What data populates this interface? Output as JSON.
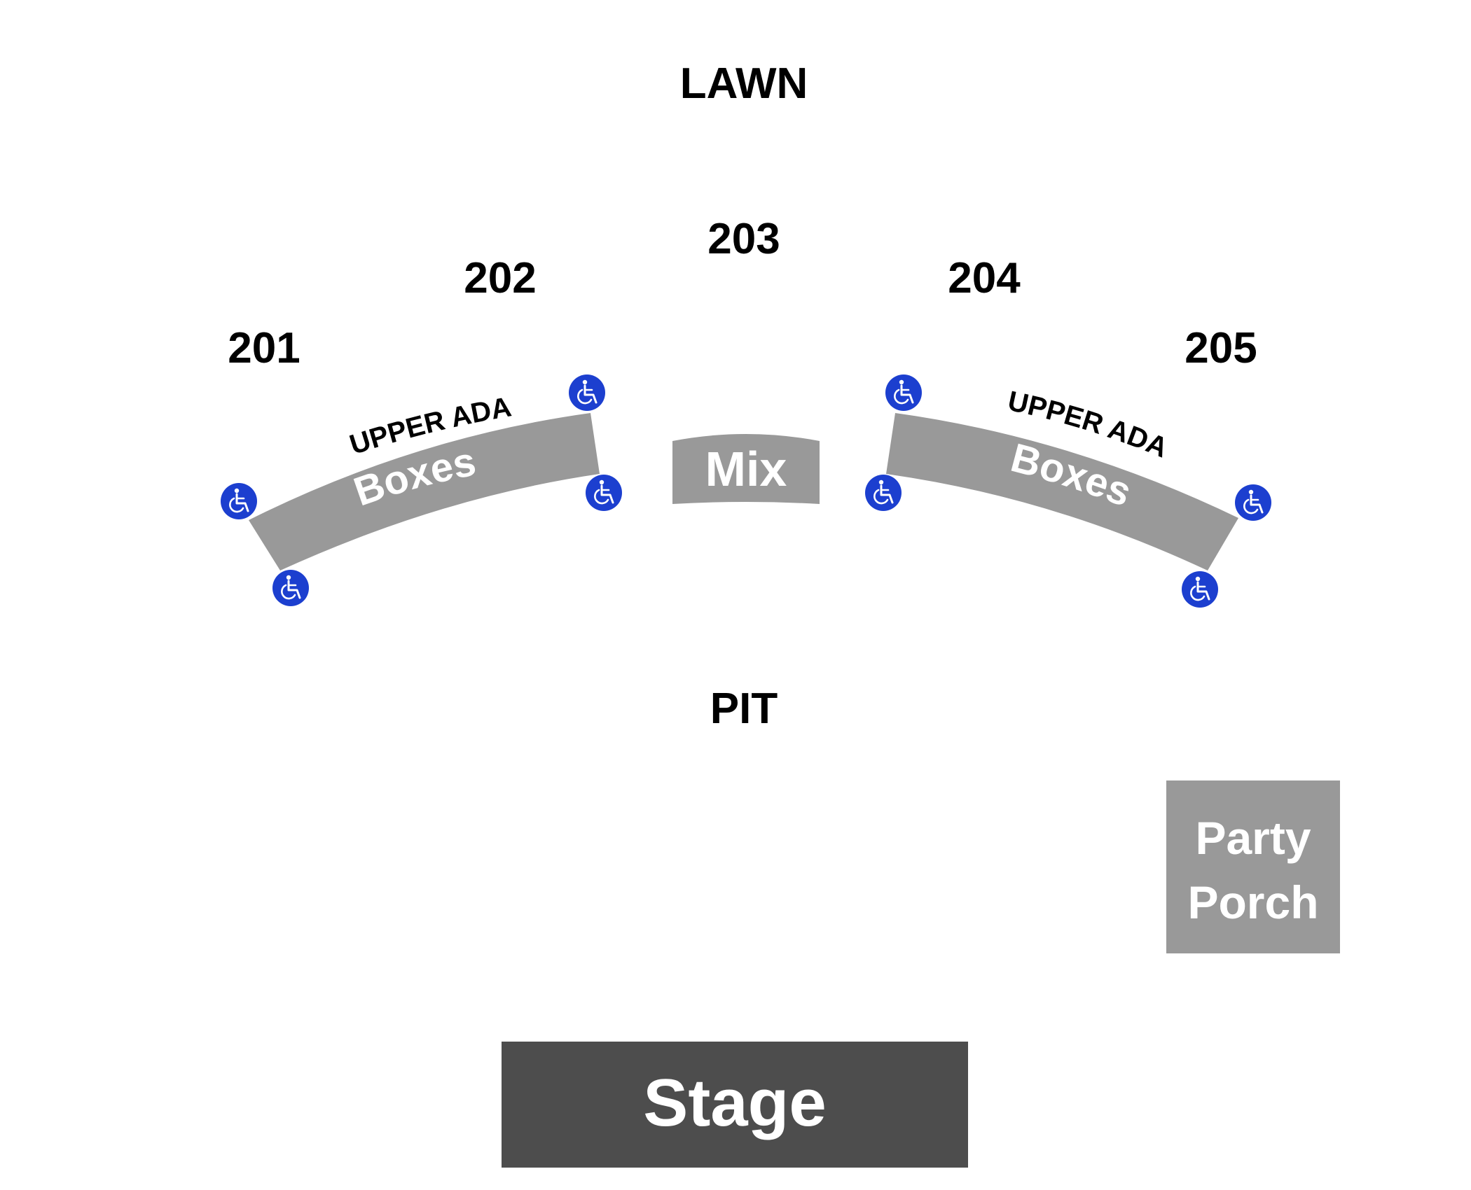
{
  "map": {
    "lawn_label": "LAWN",
    "pit_label": "PIT",
    "sections": [
      "201",
      "202",
      "203",
      "204",
      "205"
    ],
    "left_box": {
      "ada_label": "UPPER ADA",
      "box_label": "Boxes"
    },
    "right_box": {
      "ada_label": "UPPER ADA",
      "box_label": "Boxes"
    },
    "mix_label": "Mix",
    "party_porch": {
      "line1": "Party",
      "line2": "Porch"
    },
    "stage_label": "Stage",
    "ada_icon": "wheelchair-icon"
  },
  "colors": {
    "section_fill": "#999999",
    "stage_fill": "#4d4d4d",
    "ada_blue": "#1c3fcf",
    "label_black": "#000000",
    "label_white": "#ffffff"
  }
}
